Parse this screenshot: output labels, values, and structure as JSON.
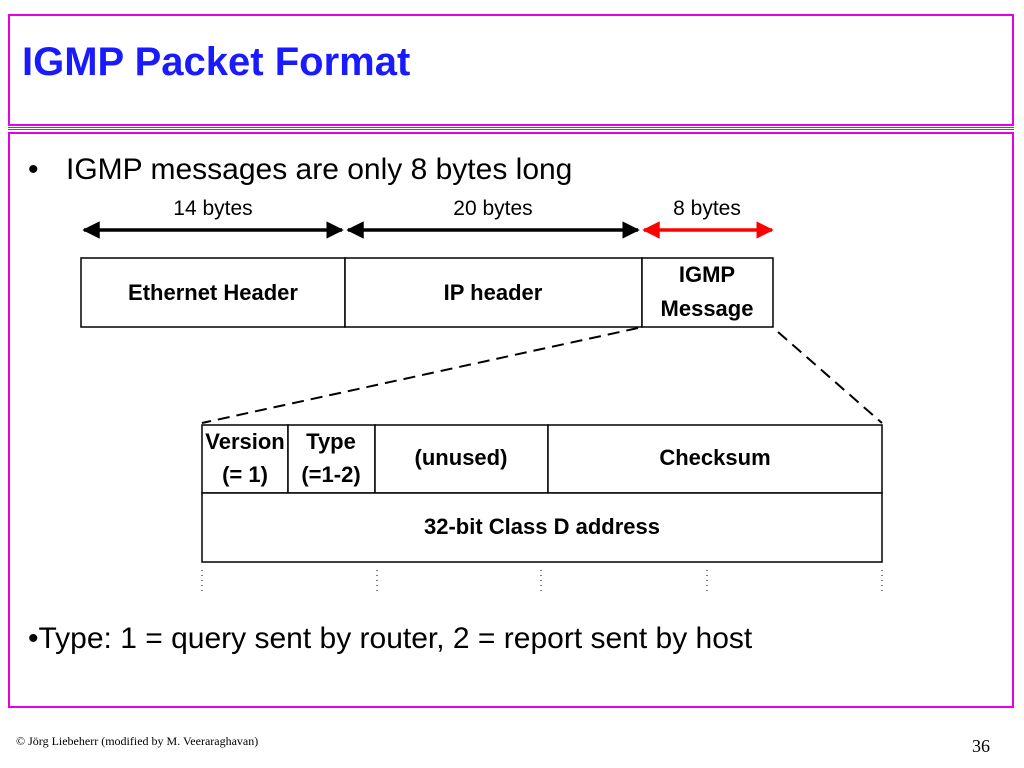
{
  "slide": {
    "title": "IGMP Packet Format",
    "bullet1": "IGMP messages are only 8 bytes long",
    "bullet1_marker": "•",
    "bullet2": "•Type: 1 = query sent by router, 2 = report sent by host",
    "footer_left": "© Jörg Liebeherr (modified by M. Veeraraghavan)",
    "page_number": "36"
  },
  "packet": {
    "dimensions": [
      "14 bytes",
      "20 bytes",
      "8 bytes"
    ],
    "fields": [
      "Ethernet Header",
      "IP header",
      "IGMP",
      "Message"
    ]
  },
  "igmp_message": {
    "version_line1": "Version",
    "version_line2": "(= 1)",
    "type_line1": "Type",
    "type_line2": "(=1-2)",
    "unused": "(unused)",
    "checksum": "Checksum",
    "address": "32-bit Class D address"
  },
  "colors": {
    "title": "#1a1aff",
    "frame": "#e600e6",
    "highlight_arrow": "#ff0000"
  }
}
